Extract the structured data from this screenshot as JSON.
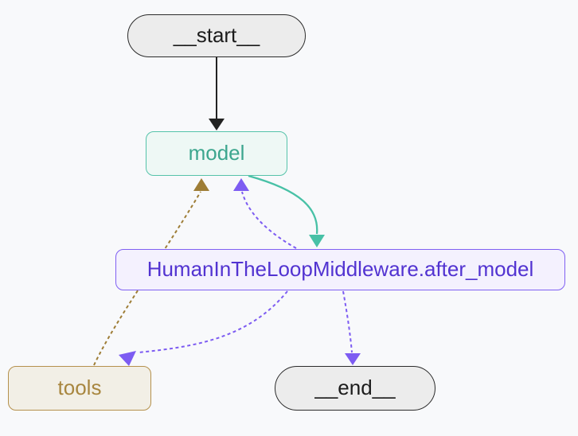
{
  "diagram": {
    "type": "state-graph",
    "background": "#f8f9fb",
    "nodes": [
      {
        "id": "start",
        "label": "__start__",
        "shape": "stadium",
        "fill": "#ececec",
        "border": "#2b2b2b",
        "text_color": "#1c1c1c"
      },
      {
        "id": "model",
        "label": "model",
        "shape": "rect",
        "fill": "#eef8f5",
        "border": "#56c3aa",
        "text_color": "#3ca68e"
      },
      {
        "id": "after_model",
        "label": "HumanInTheLoopMiddleware.after_model",
        "shape": "rect",
        "fill": "#f4f1fe",
        "border": "#7f60f2",
        "text_color": "#5233d1"
      },
      {
        "id": "tools",
        "label": "tools",
        "shape": "rect",
        "fill": "#f2efe6",
        "border": "#b5914d",
        "text_color": "#a8863f"
      },
      {
        "id": "end",
        "label": "__end__",
        "shape": "stadium",
        "fill": "#ececec",
        "border": "#2b2b2b",
        "text_color": "#1c1c1c"
      }
    ],
    "edges": [
      {
        "from": "__start__",
        "to": "model",
        "style": "solid",
        "color": "#222222"
      },
      {
        "from": "model",
        "to": "HumanInTheLoopMiddleware.after_model",
        "style": "solid",
        "color": "#48c1a6"
      },
      {
        "from": "HumanInTheLoopMiddleware.after_model",
        "to": "model",
        "style": "dashed",
        "color": "#7d5cf2"
      },
      {
        "from": "tools",
        "to": "model",
        "style": "dashed",
        "color": "#9e7d36"
      },
      {
        "from": "HumanInTheLoopMiddleware.after_model",
        "to": "tools",
        "style": "dashed",
        "color": "#7d5cf2"
      },
      {
        "from": "HumanInTheLoopMiddleware.after_model",
        "to": "__end__",
        "style": "dashed",
        "color": "#7d5cf2"
      }
    ]
  }
}
